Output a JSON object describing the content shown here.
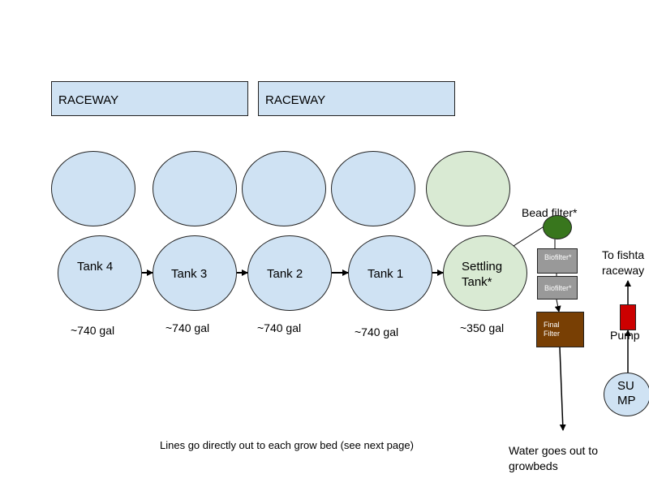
{
  "raceways": [
    "RACEWAY",
    "RACEWAY"
  ],
  "tanks": [
    {
      "label": "Tank 4",
      "volume": "~740 gal"
    },
    {
      "label": "Tank 3",
      "volume": "~740 gal"
    },
    {
      "label": "Tank 2",
      "volume": "~740 gal"
    },
    {
      "label": "Tank 1",
      "volume": "~740 gal"
    },
    {
      "label_line1": "Settling",
      "label_line2": "Tank*",
      "volume": "~350 gal"
    }
  ],
  "bead_filter_label": "Bead filter*",
  "biofilters": [
    "Biofilter*",
    "Biofilter*"
  ],
  "final_filter": {
    "line1": "Final",
    "line2": "Filter"
  },
  "to_fishtank": {
    "line1": "To fishta",
    "line2": "raceway"
  },
  "pump_label": "Pump",
  "sump": {
    "line1": "SU",
    "line2": "MP"
  },
  "notes": {
    "grow_bed_lines": "Lines go directly out to each grow bed (see next page)",
    "water_out_line1": "Water goes out to",
    "water_out_line2": "growbeds"
  },
  "colors": {
    "tank_blue": "#cfe2f3",
    "settling_green": "#d9ead3",
    "bead_filter_green": "#38761d",
    "biofilter_gray": "#999999",
    "final_filter_brown": "#783f04",
    "pump_red": "#cc0000"
  }
}
